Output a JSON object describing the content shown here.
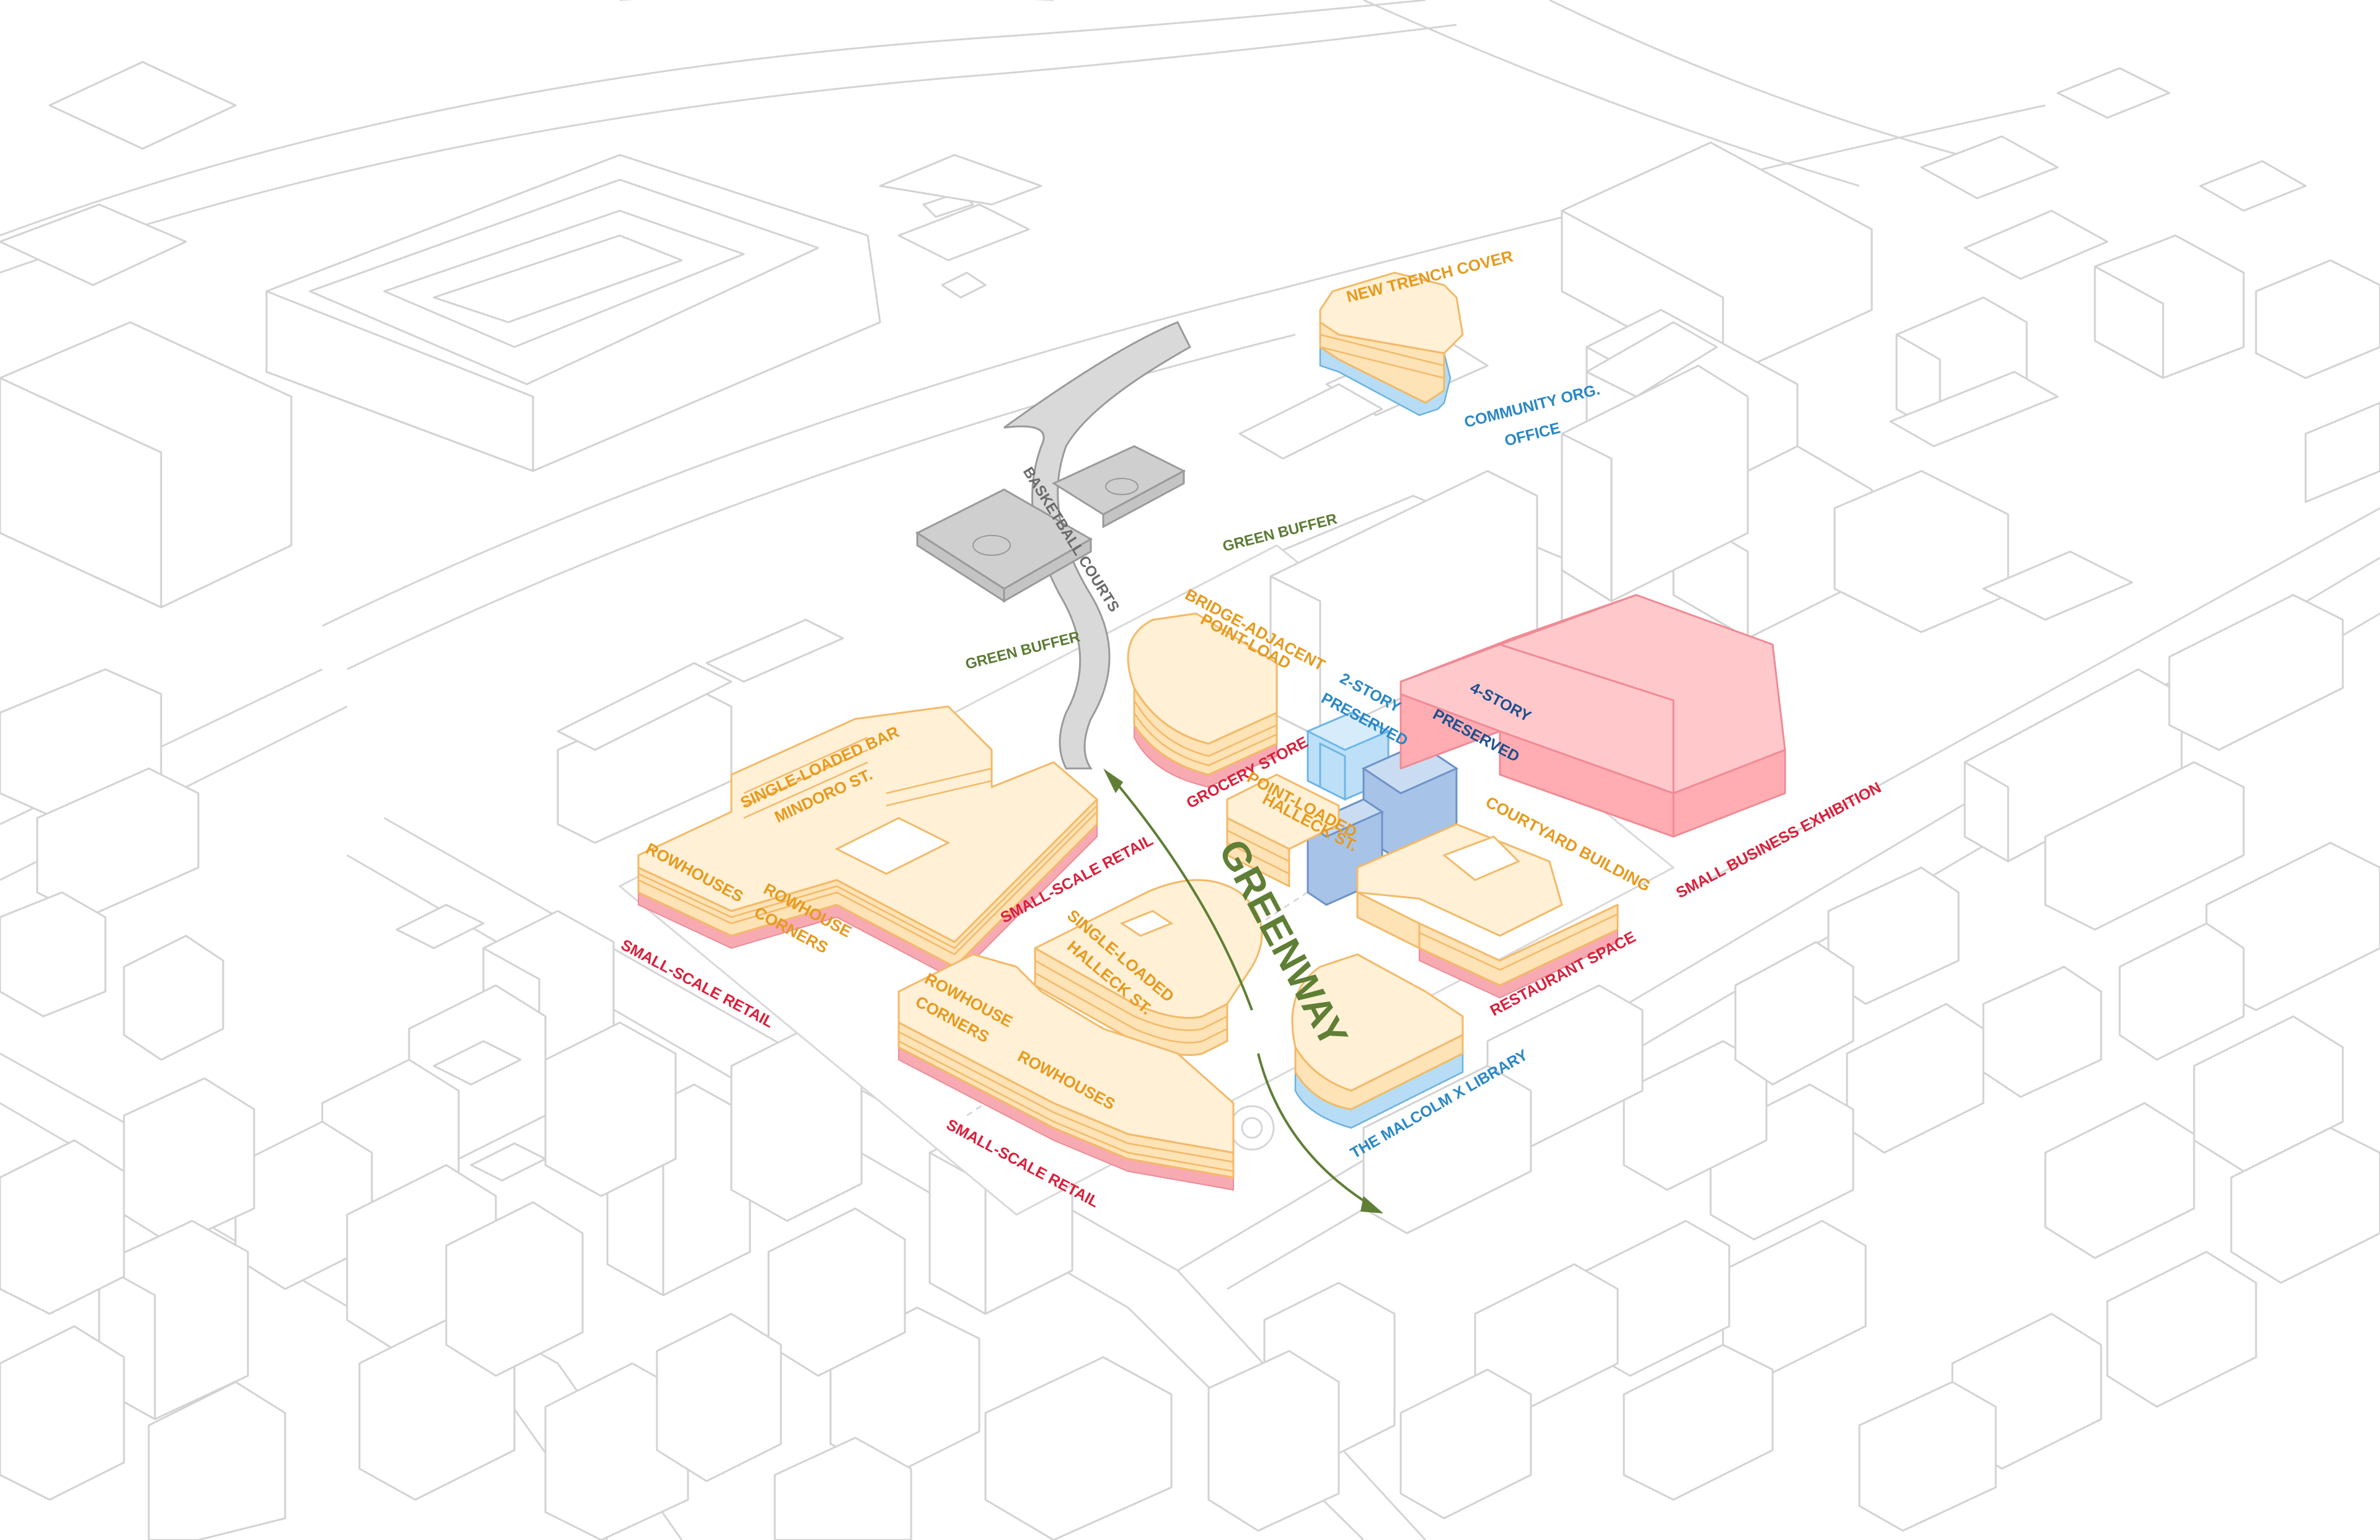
{
  "labels": {
    "new_trench_cover": "NEW TRENCH COVER",
    "community_org_office_1": "COMMUNITY ORG.",
    "community_org_office_2": "OFFICE",
    "basketball_courts": "BASKETBALL COURTS",
    "green_buffer_right": "GREEN BUFFER",
    "green_buffer_left": "GREEN BUFFER",
    "bridge_adjacent_1": "BRIDGE-ADJACENT",
    "bridge_adjacent_2": "POINT-LOAD",
    "two_story_1": "2-STORY",
    "two_story_2": "PRESERVED",
    "four_story_1": "4-STORY",
    "four_story_2": "PRESERVED",
    "grocery_store": "GROCERY STORE",
    "point_loaded_1": "POINT-LOADED",
    "point_loaded_2": "HALLECK ST.",
    "courtyard_building": "COURTYARD BUILDING",
    "small_business_exhibition": "SMALL BUSINESS EXHIBITION",
    "restaurant_space": "RESTAURANT SPACE",
    "malcolm_x_library": "THE MALCOLM X LIBRARY",
    "greenway": "GREENWAY",
    "single_loaded_bar_1": "SINGLE-LOADED BAR",
    "single_loaded_bar_2": "MINDORO ST.",
    "rowhouses_left": "ROWHOUSES",
    "rowhouse_corners_left_1": "ROWHOUSE",
    "rowhouse_corners_left_2": "CORNERS",
    "small_scale_retail_top": "SMALL-SCALE RETAIL",
    "single_loaded_halleck_1": "SINGLE-LOADED",
    "single_loaded_halleck_2": "HALLECK ST.",
    "small_scale_retail_left": "SMALL-SCALE RETAIL",
    "rowhouse_corners_mid_1": "ROWHOUSE",
    "rowhouse_corners_mid_2": "CORNERS",
    "rowhouses_mid": "ROWHOUSES",
    "small_scale_retail_bottom": "SMALL-SCALE RETAIL"
  },
  "colors": {
    "residential": "#fde3b6",
    "retail": "#f7aab2",
    "community": "#b7dcf5",
    "preserved": "#a7c3e8",
    "exhibition": "#ffadb2",
    "greenway": "#5f7f35"
  }
}
